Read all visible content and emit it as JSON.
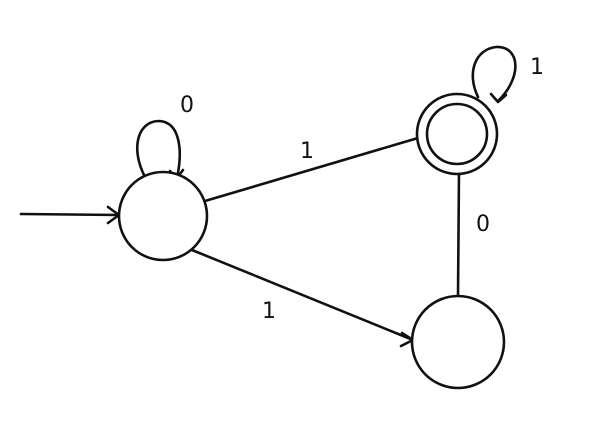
{
  "diagram": {
    "type": "finite-automaton",
    "ink_color": "#111111",
    "background": "#ffffff",
    "states": [
      {
        "id": "q0",
        "accepting": false,
        "initial": true
      },
      {
        "id": "q1",
        "accepting": true,
        "initial": false
      },
      {
        "id": "q2",
        "accepting": false,
        "initial": false
      }
    ],
    "transitions": [
      {
        "from": "q0",
        "to": "q0",
        "label": "0"
      },
      {
        "from": "q0",
        "to": "q1",
        "label": "1"
      },
      {
        "from": "q0",
        "to": "q2",
        "label": "1"
      },
      {
        "from": "q1",
        "to": "q1",
        "label": "1"
      },
      {
        "from": "q1",
        "to": "q2",
        "label": "0"
      }
    ]
  }
}
